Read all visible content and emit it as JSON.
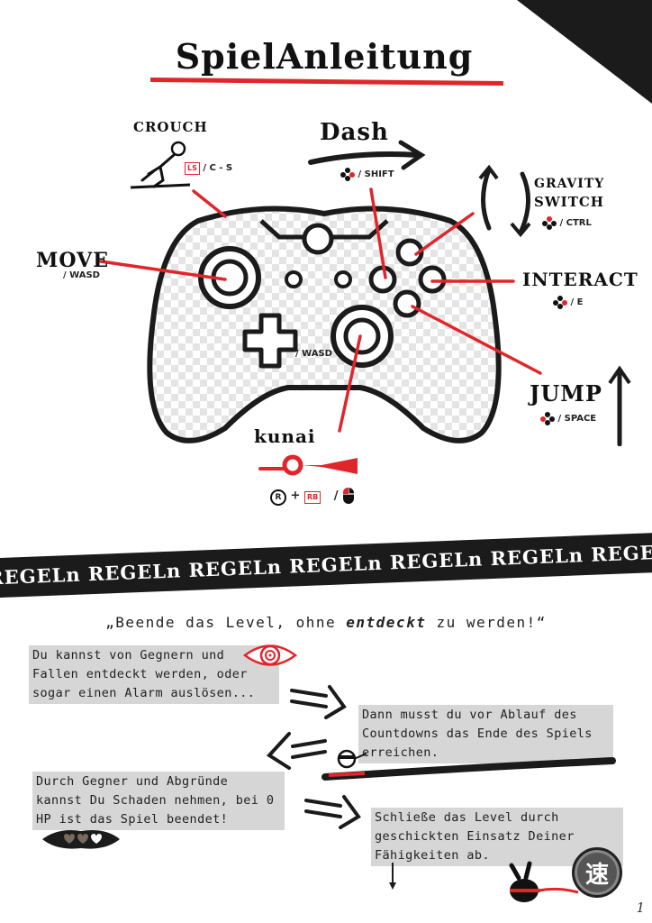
{
  "title": "SpielAnleitung",
  "controls": {
    "crouch": {
      "label": "CROUCH",
      "key": "LS",
      "alt": "/ C - S"
    },
    "dash": {
      "label": "Dash",
      "alt": "/ SHIFT"
    },
    "gravity": {
      "label_line1": "GRAVITY",
      "label_line2": "SWITCH",
      "alt": "/ CTRL"
    },
    "move": {
      "label": "MOVE",
      "alt": "/ WASD"
    },
    "interact": {
      "label": "INTERACT",
      "alt": "/ E"
    },
    "dpad": {
      "alt": "/ WASD"
    },
    "jump": {
      "label": "JUMP",
      "alt": "/ SPACE"
    },
    "kunai": {
      "label": "kunai",
      "key1": "R",
      "plus": "+",
      "key2": "RB",
      "slash": "/"
    }
  },
  "banner": "REGELn REGELn REGELn REGELn REGELn REGELn REGELn REGELn",
  "quote": {
    "open": "„Beende das Level, ohne ",
    "emph": "entdeckt",
    "close": " zu werden!“"
  },
  "rules": {
    "r1": [
      "Du kannst von Gegnern und",
      "Fallen entdeckt werden, oder",
      "sogar einen Alarm auslösen..."
    ],
    "r2": [
      "Dann musst du vor Ablauf des",
      "Countdowns das Ende des Spiels",
      "erreichen."
    ],
    "r3": [
      "Durch Gegner und Abgründe",
      "kannst Du Schaden nehmen, bei 0",
      "HP ist das Spiel beendet!"
    ],
    "r4": [
      "Schließe das Level durch",
      "geschickten Einsatz Deiner",
      "Fähigkeiten ab."
    ]
  },
  "badge": "速",
  "page_number": "1",
  "colors": {
    "accent": "#e0262b",
    "ink": "#111111",
    "highlight": "#d6d6d6"
  }
}
